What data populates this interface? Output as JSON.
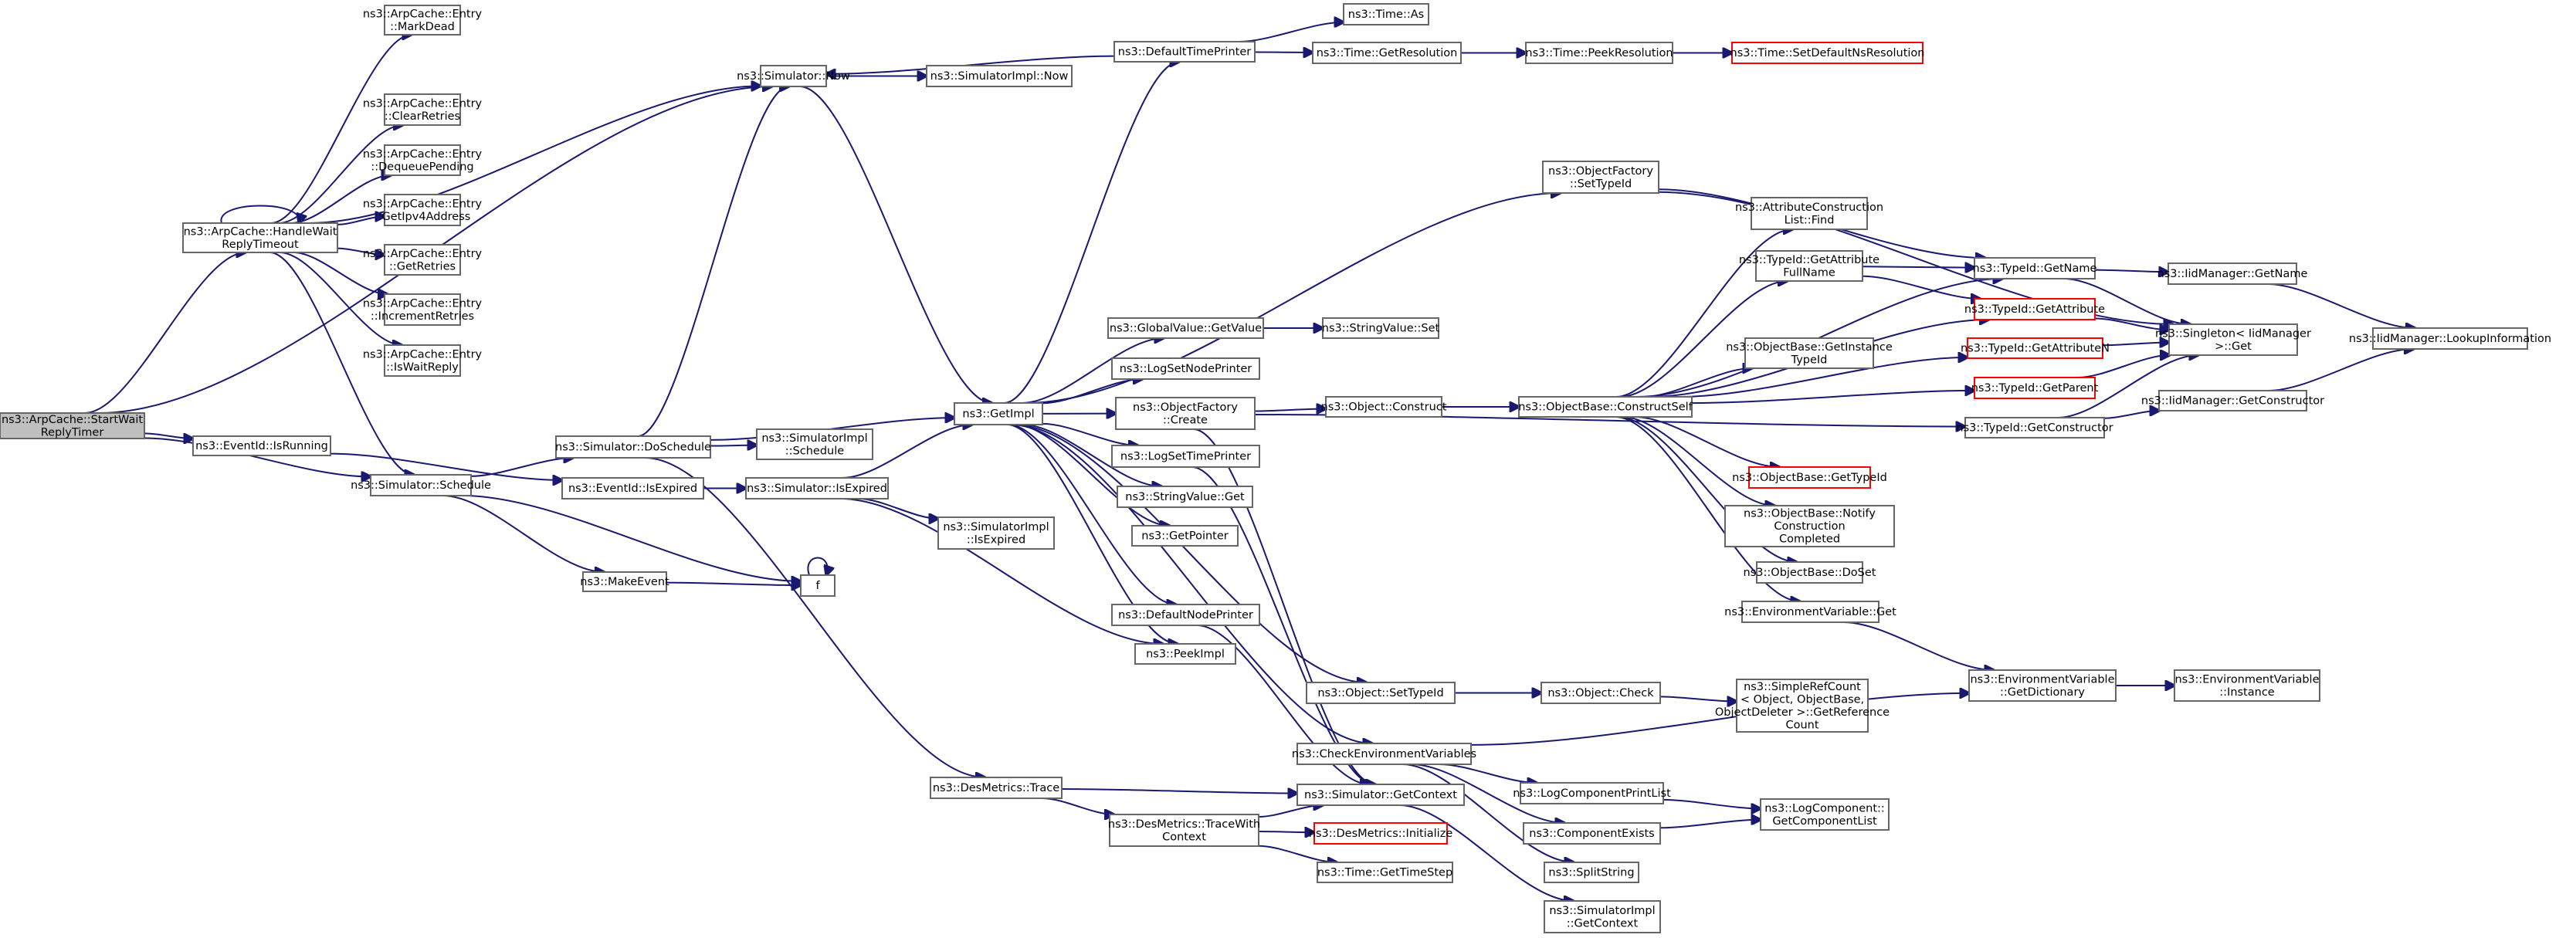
{
  "nodes": [
    {
      "id": "start",
      "lines": [
        "ns3::ArpCache::StartWait",
        "ReplyTimer"
      ],
      "root": true
    },
    {
      "id": "handle",
      "lines": [
        "ns3::ArpCache::HandleWait",
        "ReplyTimeout"
      ]
    },
    {
      "id": "markdead",
      "lines": [
        "ns3::ArpCache::Entry",
        "::MarkDead"
      ]
    },
    {
      "id": "clearretries",
      "lines": [
        "ns3::ArpCache::Entry",
        "::ClearRetries"
      ]
    },
    {
      "id": "dequeue",
      "lines": [
        "ns3::ArpCache::Entry",
        "::DequeuePending"
      ]
    },
    {
      "id": "getipv4",
      "lines": [
        "ns3::ArpCache::Entry",
        "::GetIpv4Address"
      ]
    },
    {
      "id": "getretries",
      "lines": [
        "ns3::ArpCache::Entry",
        "::GetRetries"
      ]
    },
    {
      "id": "incretries",
      "lines": [
        "ns3::ArpCache::Entry",
        "::IncrementRetries"
      ]
    },
    {
      "id": "iswait",
      "lines": [
        "ns3::ArpCache::Entry",
        "::IsWaitReply"
      ]
    },
    {
      "id": "eventrunning",
      "lines": [
        "ns3::EventId::IsRunning"
      ]
    },
    {
      "id": "schedule",
      "lines": [
        "ns3::Simulator::Schedule"
      ]
    },
    {
      "id": "makeevent",
      "lines": [
        "ns3::MakeEvent"
      ]
    },
    {
      "id": "f",
      "lines": [
        "f"
      ]
    },
    {
      "id": "simnow",
      "lines": [
        "ns3::Simulator::Now"
      ]
    },
    {
      "id": "simimplnow",
      "lines": [
        "ns3::SimulatorImpl::Now"
      ]
    },
    {
      "id": "doschedule",
      "lines": [
        "ns3::Simulator::DoSchedule"
      ]
    },
    {
      "id": "simimplschedule",
      "lines": [
        "ns3::SimulatorImpl",
        "::Schedule"
      ]
    },
    {
      "id": "eventexpired",
      "lines": [
        "ns3::EventId::IsExpired"
      ]
    },
    {
      "id": "simisexpired",
      "lines": [
        "ns3::Simulator::IsExpired"
      ]
    },
    {
      "id": "simimplisexpired",
      "lines": [
        "ns3::SimulatorImpl",
        "::IsExpired"
      ]
    },
    {
      "id": "getimpl",
      "lines": [
        "ns3::GetImpl"
      ]
    },
    {
      "id": "destrace",
      "lines": [
        "ns3::DesMetrics::Trace"
      ]
    },
    {
      "id": "destracectx",
      "lines": [
        "ns3::DesMetrics::TraceWith",
        "Context"
      ]
    },
    {
      "id": "defaulttimeprinter",
      "lines": [
        "ns3::DefaultTimePrinter"
      ]
    },
    {
      "id": "timeas",
      "lines": [
        "ns3::Time::As"
      ]
    },
    {
      "id": "getresolution",
      "lines": [
        "ns3::Time::GetResolution"
      ]
    },
    {
      "id": "peekresolution",
      "lines": [
        "ns3::Time::PeekResolution"
      ]
    },
    {
      "id": "setdefaultns",
      "lines": [
        "ns3::Time::SetDefaultNsResolution"
      ],
      "red": true
    },
    {
      "id": "globalvalue",
      "lines": [
        "ns3::GlobalValue::GetValue"
      ]
    },
    {
      "id": "stringvalueset",
      "lines": [
        "ns3::StringValue::Set"
      ]
    },
    {
      "id": "logsetnodeprinter",
      "lines": [
        "ns3::LogSetNodePrinter"
      ]
    },
    {
      "id": "objfactorycreate",
      "lines": [
        "ns3::ObjectFactory",
        "::Create"
      ]
    },
    {
      "id": "logsettimeprinter",
      "lines": [
        "ns3::LogSetTimePrinter"
      ]
    },
    {
      "id": "stringvalueget",
      "lines": [
        "ns3::StringValue::Get"
      ]
    },
    {
      "id": "getpointer",
      "lines": [
        "ns3::GetPointer"
      ]
    },
    {
      "id": "defaultnodeprinter",
      "lines": [
        "ns3::DefaultNodePrinter"
      ]
    },
    {
      "id": "peekimpl",
      "lines": [
        "ns3::PeekImpl"
      ]
    },
    {
      "id": "objfactorysettypeid",
      "lines": [
        "ns3::ObjectFactory",
        "::SetTypeId"
      ]
    },
    {
      "id": "objectconstruct",
      "lines": [
        "ns3::Object::Construct"
      ]
    },
    {
      "id": "constructself",
      "lines": [
        "ns3::ObjectBase::ConstructSelf"
      ]
    },
    {
      "id": "attrconstructfind",
      "lines": [
        "ns3::AttributeConstruction",
        "List::Find"
      ]
    },
    {
      "id": "getattrfullname",
      "lines": [
        "ns3::TypeId::GetAttribute",
        "FullName"
      ]
    },
    {
      "id": "objbaseinstancetypeid",
      "lines": [
        "ns3::ObjectBase::GetInstance",
        "TypeId"
      ]
    },
    {
      "id": "objbasegettypeid",
      "lines": [
        "ns3::ObjectBase::GetTypeId"
      ],
      "red": true
    },
    {
      "id": "notifyconstruction",
      "lines": [
        "ns3::ObjectBase::Notify",
        "Construction",
        "Completed"
      ]
    },
    {
      "id": "doset",
      "lines": [
        "ns3::ObjectBase::DoSet"
      ]
    },
    {
      "id": "envget",
      "lines": [
        "ns3::EnvironmentVariable::Get"
      ]
    },
    {
      "id": "typeidgetname",
      "lines": [
        "ns3::TypeId::GetName"
      ]
    },
    {
      "id": "typeidgetattribute",
      "lines": [
        "ns3::TypeId::GetAttribute"
      ],
      "red": true
    },
    {
      "id": "typeidgetattributen",
      "lines": [
        "ns3::TypeId::GetAttributeN"
      ],
      "red": true
    },
    {
      "id": "typeidgetparent",
      "lines": [
        "ns3::TypeId::GetParent"
      ],
      "red": true
    },
    {
      "id": "typeidgetconstructor",
      "lines": [
        "ns3::TypeId::GetConstructor"
      ]
    },
    {
      "id": "iidgetname",
      "lines": [
        "ns3::IidManager::GetName"
      ]
    },
    {
      "id": "singletonget",
      "lines": [
        "ns3::Singleton< IidManager",
        " >::Get"
      ]
    },
    {
      "id": "iidgetconstructor",
      "lines": [
        "ns3::IidManager::GetConstructor"
      ]
    },
    {
      "id": "iidlookup",
      "lines": [
        "ns3::IidManager::LookupInformation"
      ]
    },
    {
      "id": "objectsettypeid",
      "lines": [
        "ns3::Object::SetTypeId"
      ]
    },
    {
      "id": "objectcheck",
      "lines": [
        "ns3::Object::Check"
      ]
    },
    {
      "id": "simplerefcount",
      "lines": [
        "ns3::SimpleRefCount",
        "< Object, ObjectBase,",
        " ObjectDeleter >::GetReference",
        "Count"
      ]
    },
    {
      "id": "envgetdict",
      "lines": [
        "ns3::EnvironmentVariable",
        "::GetDictionary"
      ]
    },
    {
      "id": "envinstance",
      "lines": [
        "ns3::EnvironmentVariable",
        "::Instance"
      ]
    },
    {
      "id": "checkenvvars",
      "lines": [
        "ns3::CheckEnvironmentVariables"
      ]
    },
    {
      "id": "logcomplist",
      "lines": [
        "ns3::LogComponentPrintList"
      ]
    },
    {
      "id": "compexists",
      "lines": [
        "ns3::ComponentExists"
      ]
    },
    {
      "id": "logcompgetlist",
      "lines": [
        "ns3::LogComponent::",
        "GetComponentList"
      ]
    },
    {
      "id": "splitstring",
      "lines": [
        "ns3::SplitString"
      ]
    },
    {
      "id": "simgetcontext",
      "lines": [
        "ns3::Simulator::GetContext"
      ]
    },
    {
      "id": "desinitialize",
      "lines": [
        "ns3::DesMetrics::Initialize"
      ],
      "red": true
    },
    {
      "id": "timegettimestep",
      "lines": [
        "ns3::Time::GetTimeStep"
      ]
    },
    {
      "id": "simimplgetcontext",
      "lines": [
        "ns3::SimulatorImpl",
        "::GetContext"
      ]
    }
  ],
  "edges": [
    [
      "start",
      "handle"
    ],
    [
      "start",
      "simnow"
    ],
    [
      "start",
      "eventrunning"
    ],
    [
      "start",
      "schedule"
    ],
    [
      "handle",
      "handle"
    ],
    [
      "handle",
      "markdead"
    ],
    [
      "handle",
      "clearretries"
    ],
    [
      "handle",
      "dequeue"
    ],
    [
      "handle",
      "getipv4"
    ],
    [
      "handle",
      "getretries"
    ],
    [
      "handle",
      "incretries"
    ],
    [
      "handle",
      "iswait"
    ],
    [
      "handle",
      "simnow"
    ],
    [
      "handle",
      "schedule"
    ],
    [
      "eventrunning",
      "eventexpired"
    ],
    [
      "schedule",
      "doschedule"
    ],
    [
      "schedule",
      "makeevent"
    ],
    [
      "schedule",
      "f"
    ],
    [
      "makeevent",
      "f"
    ],
    [
      "f",
      "f"
    ],
    [
      "simnow",
      "simimplnow"
    ],
    [
      "simnow",
      "getimpl"
    ],
    [
      "doschedule",
      "simnow"
    ],
    [
      "doschedule",
      "simimplschedule"
    ],
    [
      "doschedule",
      "getimpl"
    ],
    [
      "doschedule",
      "destrace"
    ],
    [
      "eventexpired",
      "simisexpired"
    ],
    [
      "simisexpired",
      "getimpl"
    ],
    [
      "simisexpired",
      "simimplisexpired"
    ],
    [
      "simisexpired",
      "peekimpl"
    ],
    [
      "destrace",
      "simgetcontext"
    ],
    [
      "destrace",
      "destracectx"
    ],
    [
      "destracectx",
      "simgetcontext"
    ],
    [
      "destracectx",
      "desinitialize"
    ],
    [
      "destracectx",
      "timegettimestep"
    ],
    [
      "getimpl",
      "defaulttimeprinter"
    ],
    [
      "getimpl",
      "globalvalue"
    ],
    [
      "getimpl",
      "logsetnodeprinter"
    ],
    [
      "getimpl",
      "objfactorycreate"
    ],
    [
      "getimpl",
      "logsettimeprinter"
    ],
    [
      "getimpl",
      "stringvalueget"
    ],
    [
      "getimpl",
      "getpointer"
    ],
    [
      "getimpl",
      "defaultnodeprinter"
    ],
    [
      "getimpl",
      "peekimpl"
    ],
    [
      "getimpl",
      "objfactorysettypeid"
    ],
    [
      "getimpl",
      "checkenvvars"
    ],
    [
      "getimpl",
      "objectsettypeid"
    ],
    [
      "defaulttimeprinter",
      "simnow"
    ],
    [
      "defaulttimeprinter",
      "timeas"
    ],
    [
      "defaulttimeprinter",
      "getresolution"
    ],
    [
      "getresolution",
      "peekresolution"
    ],
    [
      "peekresolution",
      "setdefaultns"
    ],
    [
      "globalvalue",
      "stringvalueset"
    ],
    [
      "objfactorycreate",
      "objectconstruct"
    ],
    [
      "objfactorycreate",
      "typeidgetconstructor"
    ],
    [
      "objfactorycreate",
      "simgetcontext"
    ],
    [
      "logsettimeprinter",
      "simgetcontext"
    ],
    [
      "defaultnodeprinter",
      "simgetcontext"
    ],
    [
      "objfactorysettypeid",
      "typeidgetname"
    ],
    [
      "objectconstruct",
      "constructself"
    ],
    [
      "constructself",
      "attrconstructfind"
    ],
    [
      "constructself",
      "getattrfullname"
    ],
    [
      "constructself",
      "objbaseinstancetypeid"
    ],
    [
      "constructself",
      "objbasegettypeid"
    ],
    [
      "constructself",
      "notifyconstruction"
    ],
    [
      "constructself",
      "doset"
    ],
    [
      "constructself",
      "envget"
    ],
    [
      "constructself",
      "typeidgetname"
    ],
    [
      "constructself",
      "typeidgetattribute"
    ],
    [
      "constructself",
      "typeidgetattributen"
    ],
    [
      "constructself",
      "typeidgetparent"
    ],
    [
      "getattrfullname",
      "typeidgetname"
    ],
    [
      "getattrfullname",
      "typeidgetattribute"
    ],
    [
      "envget",
      "envgetdict"
    ],
    [
      "typeidgetname",
      "iidgetname"
    ],
    [
      "typeidgetname",
      "singletonget"
    ],
    [
      "typeidgetattribute",
      "singletonget"
    ],
    [
      "typeidgetattributen",
      "singletonget"
    ],
    [
      "typeidgetparent",
      "singletonget"
    ],
    [
      "typeidgetconstructor",
      "singletonget"
    ],
    [
      "typeidgetconstructor",
      "iidgetconstructor"
    ],
    [
      "iidgetname",
      "iidlookup"
    ],
    [
      "iidgetconstructor",
      "iidlookup"
    ],
    [
      "objectsettypeid",
      "objectcheck"
    ],
    [
      "objectcheck",
      "simplerefcount"
    ],
    [
      "envgetdict",
      "envinstance"
    ],
    [
      "checkenvvars",
      "envgetdict"
    ],
    [
      "checkenvvars",
      "logcomplist"
    ],
    [
      "checkenvvars",
      "compexists"
    ],
    [
      "checkenvvars",
      "splitstring"
    ],
    [
      "logcomplist",
      "logcompgetlist"
    ],
    [
      "compexists",
      "logcompgetlist"
    ],
    [
      "simgetcontext",
      "simimplgetcontext"
    ],
    [
      "objfactorysettypeid",
      "singletonget"
    ]
  ]
}
